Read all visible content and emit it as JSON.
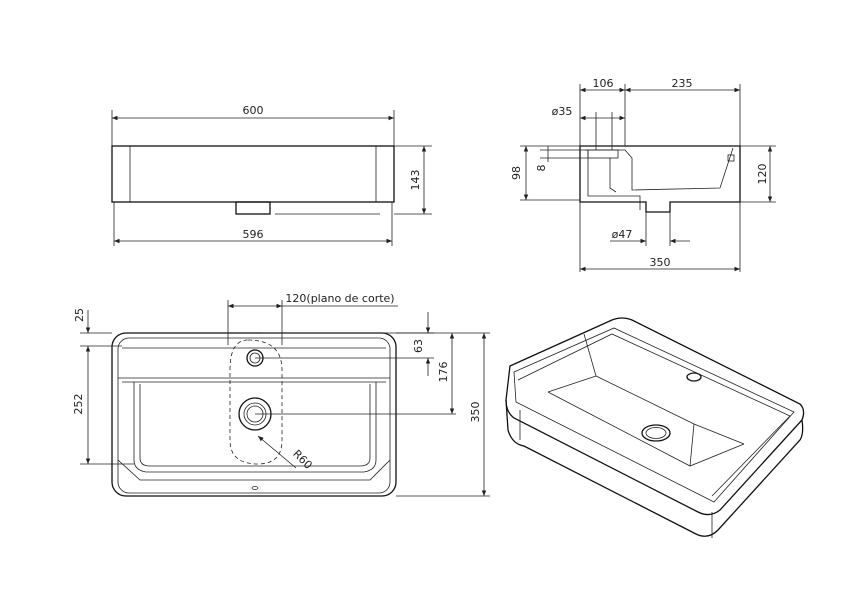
{
  "front_view": {
    "top_width": "600",
    "bottom_width": "596",
    "height": "143"
  },
  "section_view": {
    "overflow_offset": "106",
    "right_span": "235",
    "overflow_diameter": "ø35",
    "total_height": "98",
    "overflow_depth": "8",
    "bowl_height": "120",
    "drain_diameter": "ø47",
    "depth": "350"
  },
  "top_view": {
    "cut_plane": "120(plano de corte)",
    "rim": "25",
    "inner_length": "252",
    "tap_hole_pos": "63",
    "drain_pos": "176",
    "total_depth": "350",
    "radius": "R60"
  }
}
